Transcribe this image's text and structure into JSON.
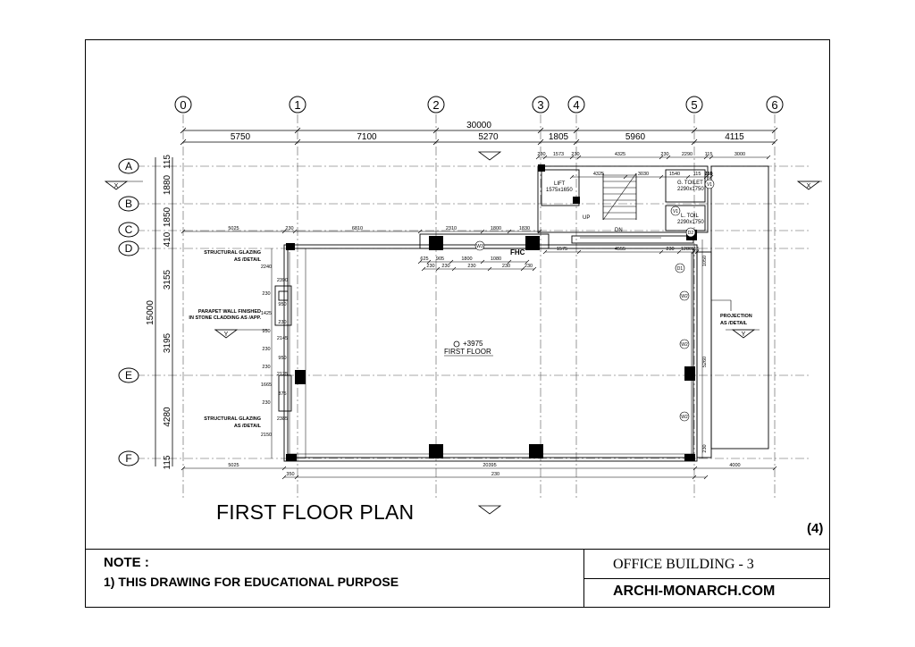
{
  "drawing": {
    "title": "FIRST FLOOR PLAN",
    "sheet_number": "(4)",
    "grid_columns": [
      "0",
      "1",
      "2",
      "3",
      "4",
      "5",
      "6"
    ],
    "grid_rows": [
      "A",
      "B",
      "C",
      "D",
      "E",
      "F"
    ],
    "overall_width": "30000",
    "overall_depth": "15000",
    "column_spacings": [
      "5750",
      "7100",
      "5270",
      "1805",
      "5960",
      "4115"
    ],
    "row_spacings": [
      "115",
      "1880",
      "1850",
      "410",
      "3155",
      "3195",
      "4280",
      "115"
    ],
    "rooms": {
      "lift": "LIFT",
      "lift_size": "1575x1650",
      "gents_toilet": "G. TOILET",
      "gents_toilet_size": "2290x1750",
      "ladies_toilet": "L. TOIL",
      "ladies_toilet_size": "2290x1750",
      "up": "UP",
      "dn": "DN",
      "fhc": "FHC"
    },
    "level": "+3975",
    "level_name": "FIRST FLOOR",
    "notes": {
      "glazing_top": [
        "STRUCTURAL GLAZING",
        "AS /DETAIL"
      ],
      "parapet": [
        "PARAPET WALL FINISHED",
        "IN STONE CLADDING AS /APP."
      ],
      "glazing_bottom": [
        "STRUCTURAL GLAZING",
        "AS /DETAIL"
      ],
      "projection": [
        "PROJECTION",
        "AS /DETAIL"
      ]
    },
    "section_marks": [
      "X",
      "X",
      "Y",
      "Y"
    ],
    "dims": {
      "top_2": [
        "5025",
        "230",
        "6810",
        "2310",
        "1800",
        "1830"
      ],
      "top_3": [
        "625",
        "905",
        "1800",
        "1080"
      ],
      "top_4": [
        "230",
        "230",
        "230",
        "230",
        "230"
      ],
      "right_block": [
        "230",
        "1573",
        "230",
        "4325",
        "230",
        "2290",
        "115",
        "3000"
      ],
      "right_inner": [
        "4325",
        "3030",
        "1540",
        "115",
        "750",
        "115"
      ],
      "lobby": [
        "1575",
        "4555",
        "230",
        "1280",
        "115"
      ],
      "bottom": [
        "5025",
        "20395",
        "4000"
      ],
      "bottom_2": [
        "350",
        "230"
      ],
      "left_chain": [
        "2240",
        "2390",
        "230",
        "950",
        "1425",
        "230",
        "950",
        "2145",
        "230",
        "950",
        "230",
        "2125",
        "1665",
        "375",
        "230",
        "2385",
        "2150"
      ],
      "right_chain": [
        "1050",
        "5260",
        "230"
      ],
      "windows": [
        "W3",
        "W2",
        "W2",
        "W2",
        "D1",
        "D2",
        "V1",
        "V1"
      ]
    }
  },
  "title_block": {
    "note_heading": "NOTE :",
    "note_1": "1) THIS DRAWING FOR EDUCATIONAL PURPOSE",
    "project": "OFFICE BUILDING - 3",
    "website": "ARCHI-MONARCH.COM"
  }
}
